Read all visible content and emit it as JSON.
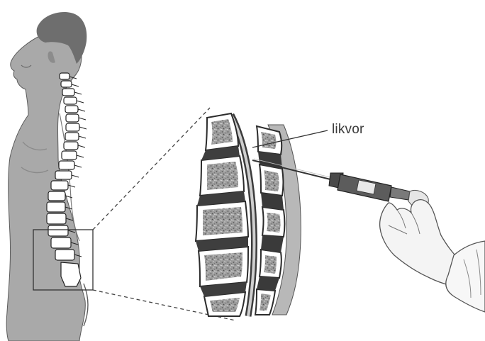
{
  "callout": {
    "label": "likvor"
  },
  "colors": {
    "skin": "#a9a9a9",
    "hair": "#6e6e6e",
    "bone": "#ffffff",
    "vertebra_fill": "#a0a0a0",
    "disc": "#3a3a3a",
    "spinal_canal": "#8a8a8a",
    "line": "#2b2b2b",
    "glove": "#f4f4f4"
  },
  "icons": [
    "human-figure",
    "spine-cross-section",
    "syringe-icon",
    "gloved-hand-icon"
  ]
}
